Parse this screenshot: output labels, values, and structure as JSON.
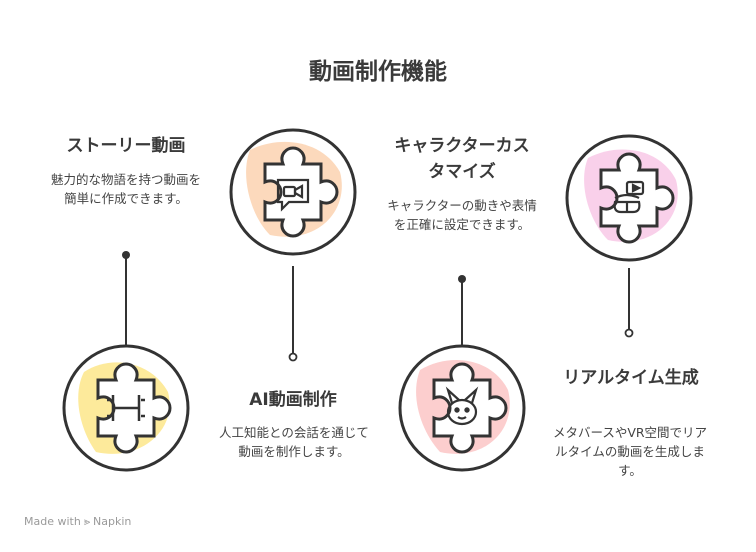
{
  "title": "動画制作機能",
  "features": [
    {
      "heading": "ストーリー動画",
      "description": "魅力的な物語を持つ動画を簡単に作成できます。",
      "icon": "movie-strip-icon",
      "blob_color": "#fde68a"
    },
    {
      "heading": "AI動画制作",
      "description": "人工知能との会話を通じて動画を制作します。",
      "icon": "video-chat-icon",
      "blob_color": "#fcd2b0"
    },
    {
      "heading": "キャラクターカスタマイズ",
      "description": "キャラクターの動きや表情を正確に設定できます。",
      "icon": "character-face-icon",
      "blob_color": "#fbc6c6"
    },
    {
      "heading": "リアルタイム生成",
      "description": "メタバースやVR空間でリアルタイムの動画を生成します。",
      "icon": "vr-headset-icon",
      "blob_color": "#f8c8e6"
    }
  ],
  "footer": {
    "made_with": "Made with",
    "brand": "Napkin"
  }
}
